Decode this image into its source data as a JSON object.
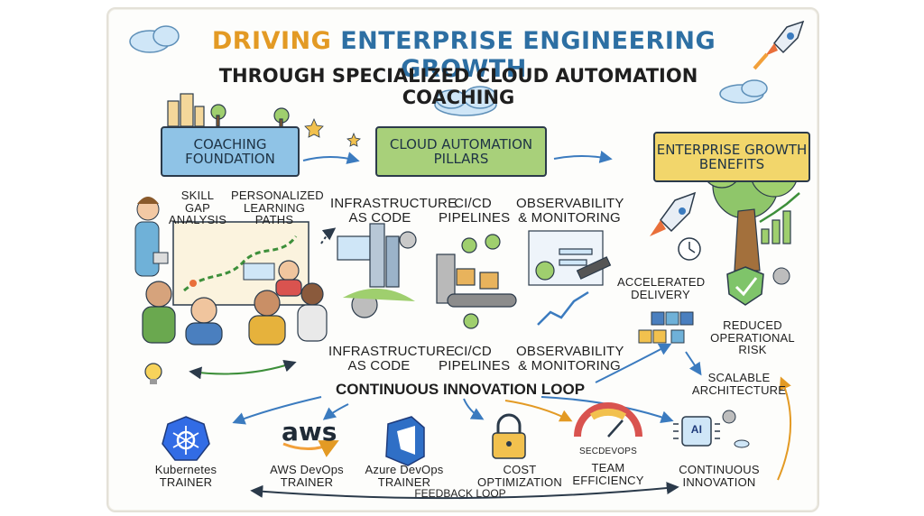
{
  "title": {
    "part1": "DRIVING",
    "part2": "ENTERPRISE ENGINEERING GROWTH",
    "subtitle": "THROUGH SPECIALIZED CLOUD AUTOMATION COACHING"
  },
  "banners": {
    "coaching": "COACHING FOUNDATION",
    "pillars": "CLOUD AUTOMATION PILLARS",
    "benefits": "ENTERPRISE GROWTH BENEFITS"
  },
  "coaching": {
    "skill_gap": "SKILL GAP ANALYSIS",
    "learning_paths": "PERSONALIZED LEARNING PATHS"
  },
  "pillars": {
    "top": [
      "INFRASTRUCTURE AS CODE",
      "CI/CD PIPELINES",
      "OBSERVABILITY & MONITORING"
    ],
    "bottom": [
      "INFRASTRUCTURE AS CODE",
      "CI/CD PIPELINES",
      "OBSERVABILITY & MONITORING"
    ]
  },
  "benefits": {
    "accelerated": "ACCELERATED DELIVERY",
    "reduced_risk": "REDUCED OPERATIONAL RISK",
    "scalable": "SCALABLE ARCHITECTURE"
  },
  "loop_label": "CONTINUOUS INNOVATION LOOP",
  "trainers": {
    "kubernetes": "Kubernetes TRAINER",
    "aws_logo": "aws",
    "aws": "AWS DevOps TRAINER",
    "azure": "Azure DevOps TRAINER"
  },
  "outcomes": {
    "cost": "COST OPTIMIZATION",
    "gauge_label": "SECDEVOPS",
    "team": "TEAM EFFICIENCY",
    "ai_label": "AI",
    "innovation": "CONTINUOUS INNOVATION"
  },
  "feedback_loop": "FEEDBACK LOOP",
  "colors": {
    "title_blue": "#2d6fa3",
    "title_orange": "#e39a24",
    "banner_blue": "#8fc3e6",
    "banner_green": "#a8d07a",
    "banner_yellow": "#f2d66b"
  }
}
